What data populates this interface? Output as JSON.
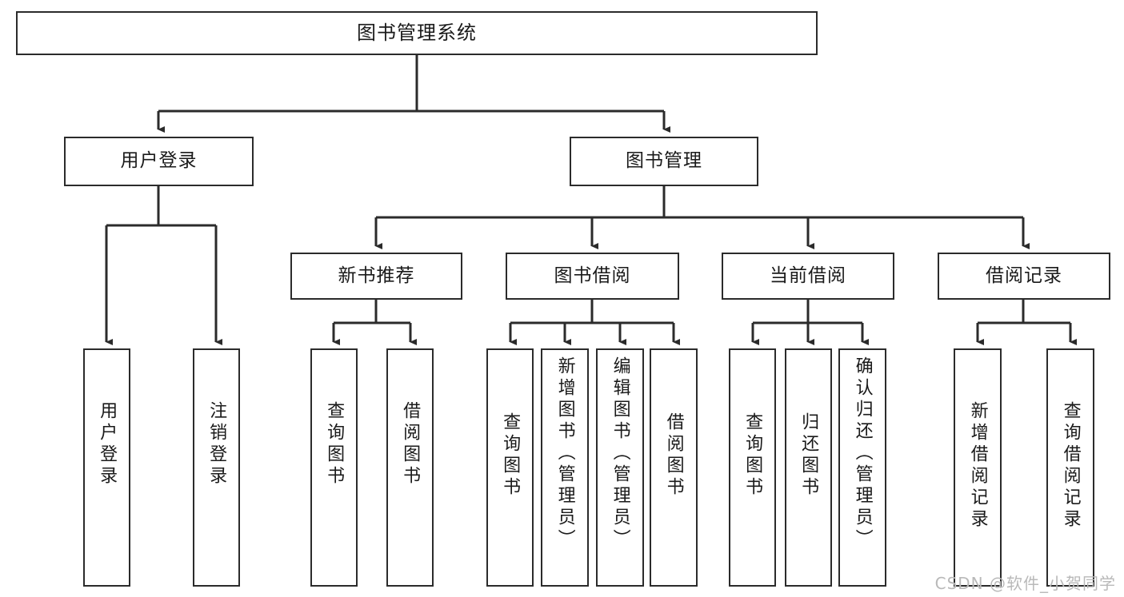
{
  "diagram": {
    "type": "tree-hierarchy",
    "title": "图书管理系统",
    "root": {
      "label": "图书管理系统"
    },
    "level1": [
      {
        "label": "用户登录"
      },
      {
        "label": "图书管理"
      }
    ],
    "level2": [
      {
        "label": "新书推荐"
      },
      {
        "label": "图书借阅"
      },
      {
        "label": "当前借阅"
      },
      {
        "label": "借阅记录"
      }
    ],
    "leaves": {
      "user_login": [
        {
          "label": "用户登录"
        },
        {
          "label": "注销登录"
        }
      ],
      "new_book_recommend": [
        {
          "label": "查询图书"
        },
        {
          "label": "借阅图书"
        }
      ],
      "book_borrow": [
        {
          "label": "查询图书"
        },
        {
          "label": "新增图书（管理员）"
        },
        {
          "label": "编辑图书（管理员）"
        },
        {
          "label": "借阅图书"
        }
      ],
      "current_borrow": [
        {
          "label": "查询图书"
        },
        {
          "label": "归还图书"
        },
        {
          "label": "确认归还（管理员）"
        }
      ],
      "borrow_record": [
        {
          "label": "新增借阅记录"
        },
        {
          "label": "查询借阅记录"
        }
      ]
    }
  },
  "watermark": {
    "text": "CSDN @软件_小贺同学"
  },
  "colors": {
    "stroke": "#2b2b2b",
    "background": "#ffffff",
    "text": "#1a1a1a",
    "watermark": "#b9b9b9"
  }
}
